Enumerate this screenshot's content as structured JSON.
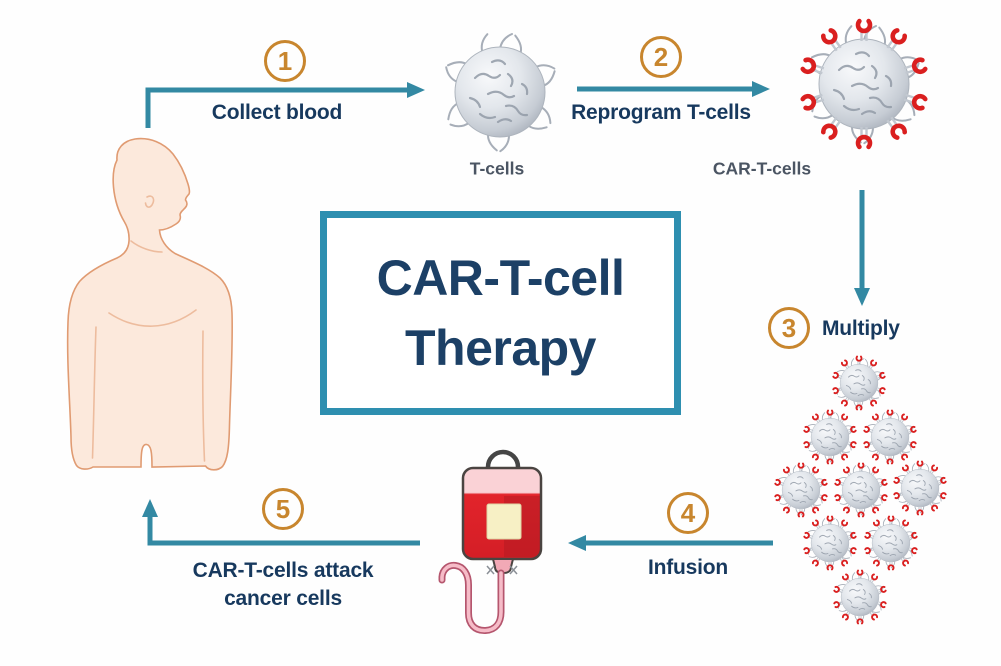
{
  "diagram": {
    "title_lines": [
      "CAR-T-cell",
      "Therapy"
    ],
    "steps": [
      {
        "number": "1",
        "label_lines": [
          "Collect blood"
        ]
      },
      {
        "number": "2",
        "label_lines": [
          "Reprogram T-cells"
        ]
      },
      {
        "number": "3",
        "label_lines": [
          "Multiply"
        ]
      },
      {
        "number": "4",
        "label_lines": [
          "Infusion"
        ]
      },
      {
        "number": "5",
        "label_lines": [
          "CAR-T-cells attack",
          "cancer cells"
        ]
      }
    ],
    "cell_labels": {
      "t_cell": "T-cells",
      "car_t_cell": "CAR-T-cells"
    },
    "colors": {
      "arrow_teal": "#3389A3",
      "box_border_teal": "#2E8FB0",
      "step_number_orange": "#C8862E",
      "heading_navy": "#1C4066",
      "label_navy": "#17395E",
      "cell_label_slate": "#4B5563",
      "receptor_red": "#DA1F1F",
      "bag_red": "#DD2128",
      "bag_pink": "#FAD2D6",
      "skin": "#FCE9DC"
    }
  }
}
